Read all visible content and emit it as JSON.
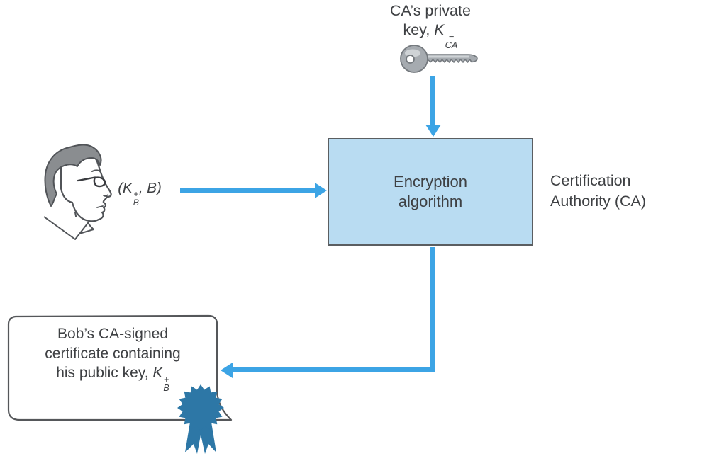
{
  "colors": {
    "arrow_blue": "#3ca4e5",
    "box_fill": "#b9dcf2",
    "box_border": "#5b5e61",
    "text_gray": "#3e4043",
    "seal_blue": "#2d77a6",
    "key_gray": "#a6abb0",
    "hair_gray": "#8a8d90",
    "paper_outline": "#55575a"
  },
  "ca_key_label": {
    "line1": "CA’s private",
    "line2_prefix": "key, ",
    "var": "K",
    "sub": "CA",
    "sup": "−"
  },
  "icons": {
    "key": "private-key-icon",
    "bob": "bob-profile-icon",
    "seal": "ribbon-seal-icon"
  },
  "bob_pair_label": {
    "prefix": "(",
    "var": "K",
    "sub": "B",
    "sup": "+",
    "suffix": ", B)"
  },
  "encryption_box": {
    "line1": "Encryption",
    "line2": "algorithm"
  },
  "ca_title": {
    "line1": "Certification",
    "line2": "Authority (CA)"
  },
  "certificate": {
    "line1": "Bob’s CA-signed",
    "line2": "certificate containing",
    "line3_prefix": "his public key, ",
    "var": "K",
    "sub": "B",
    "sup": "+"
  }
}
